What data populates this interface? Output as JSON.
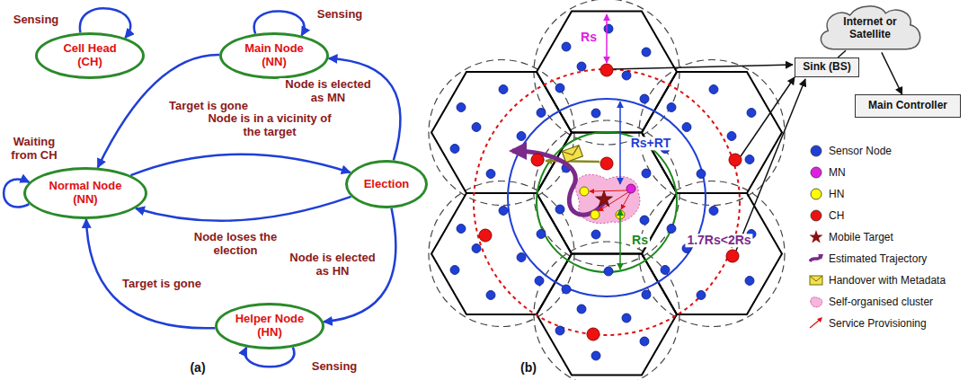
{
  "diagram": {
    "nodes": [
      {
        "text": [
          "Cell Head (CH)"
        ]
      },
      {
        "text": [
          "Main Node (NN)"
        ]
      },
      {
        "text": [
          "Normal Node (NN)"
        ]
      },
      {
        "text": [
          "Election"
        ]
      },
      {
        "text": [
          "Helper Node (HN)"
        ]
      },
      {
        "text": [
          "Internet or Satellite"
        ]
      },
      {
        "text": [
          "Sink (BS)"
        ]
      },
      {
        "text": [
          "Main Controller"
        ]
      }
    ],
    "edges": [
      {
        "from": 0,
        "to": 0,
        "arrow": "to",
        "label": "Sensing"
      },
      {
        "from": 1,
        "to": 1,
        "arrow": "to",
        "label": "Sensing"
      },
      {
        "from": 1,
        "to": 2,
        "arrow": "to",
        "label": "Target is gone"
      },
      {
        "from": 2,
        "to": 2,
        "arrow": "to",
        "label": "Waiting from CH"
      },
      {
        "from": 2,
        "to": 3,
        "arrow": "to",
        "label": "Node is in a vicinity of the target"
      },
      {
        "from": 3,
        "to": 2,
        "arrow": "to",
        "label": "Node loses the election"
      },
      {
        "from": 3,
        "to": 1,
        "arrow": "to",
        "label": "Node is elected as MN"
      },
      {
        "from": 3,
        "to": 4,
        "arrow": "to",
        "label": "Node is elected as HN"
      },
      {
        "from": 4,
        "to": 4,
        "arrow": "to",
        "label": "Sensing"
      },
      {
        "from": 4,
        "to": 2,
        "arrow": "to",
        "label": "Target is gone"
      },
      {
        "from": 6,
        "to": 5,
        "arrow": "none"
      },
      {
        "from": 5,
        "to": 7,
        "arrow": "to"
      }
    ],
    "labels": [
      "(a)",
      "Rs",
      "Rs+RT",
      "Rs",
      "1.7Rs<2Rs",
      "(b)"
    ],
    "legend": [
      {
        "text": "Sensor Node",
        "color": "#1f3fd6"
      },
      {
        "text": "MN",
        "color": "#e020e0"
      },
      {
        "text": "HN",
        "color": "#ffff00"
      },
      {
        "text": "CH",
        "color": "#ee1111"
      },
      {
        "text": "Mobile Target"
      },
      {
        "text": "Estimated Trajectory"
      },
      {
        "text": "Handover with Metadata"
      },
      {
        "text": "Self-organised cluster"
      },
      {
        "text": "Service Provisioning"
      }
    ]
  }
}
